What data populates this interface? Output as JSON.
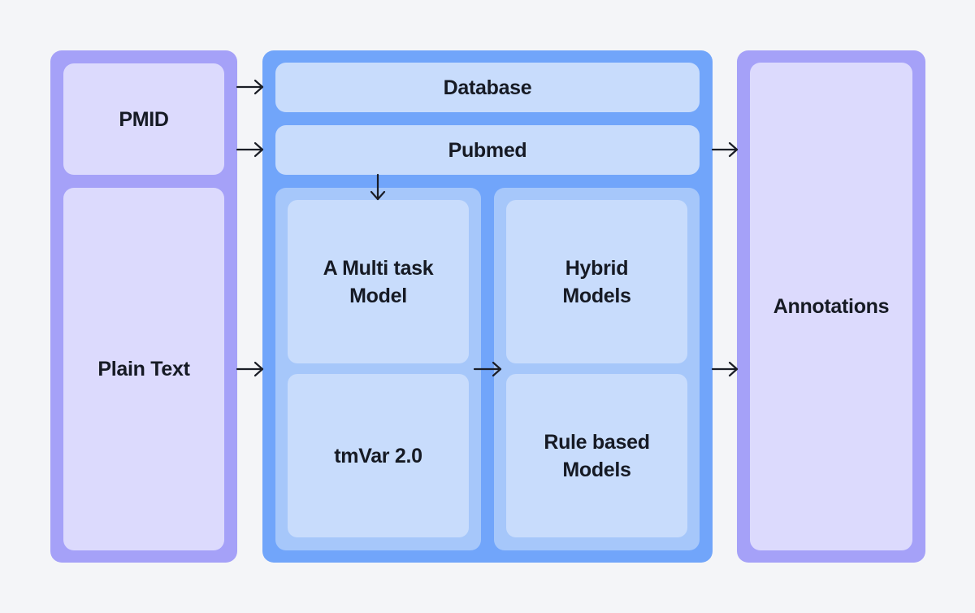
{
  "inputs": {
    "pmid": "PMID",
    "plain_text": "Plain Text"
  },
  "center": {
    "database": "Database",
    "pubmed": "Pubmed",
    "multi_task_model": "A Multi task\nModel",
    "tmvar": "tmVar 2.0",
    "hybrid_models": "Hybrid\nModels",
    "rule_based_models": "Rule based\nModels"
  },
  "output": {
    "annotations": "Annotations"
  },
  "colors": {
    "background": "#f4f5f8",
    "side_panel": "#a5a1f8",
    "side_box": "#dcdafd",
    "center_panel": "#71a5fa",
    "center_box": "#c8dcfc",
    "model_group": "#a6c7fa",
    "text": "#161a24",
    "arrow": "#1a1d26"
  }
}
